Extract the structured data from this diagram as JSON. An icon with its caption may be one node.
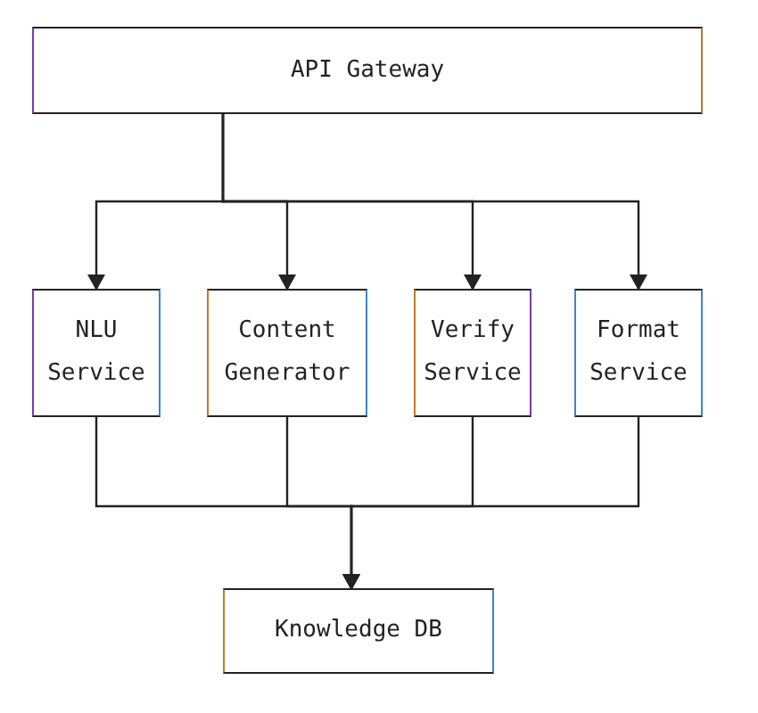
{
  "diagram": {
    "nodes": [
      {
        "text": [
          "API Gateway"
        ]
      },
      {
        "text": [
          "NLU Service"
        ]
      },
      {
        "text": [
          "Content Generator"
        ]
      },
      {
        "text": [
          "Verify Service"
        ]
      },
      {
        "text": [
          "Format Service"
        ]
      },
      {
        "text": [
          "Knowledge DB"
        ]
      }
    ],
    "edges": [
      {
        "from": 0,
        "to": 1,
        "arrow": "to"
      },
      {
        "from": 0,
        "to": 2,
        "arrow": "to"
      },
      {
        "from": 0,
        "to": 3,
        "arrow": "to"
      },
      {
        "from": 0,
        "to": 4,
        "arrow": "to"
      },
      {
        "from": 1,
        "to": 5,
        "arrow": "to"
      },
      {
        "from": 2,
        "to": 5,
        "arrow": "to"
      },
      {
        "from": 3,
        "to": 5,
        "arrow": "to"
      },
      {
        "from": 4,
        "to": 5,
        "arrow": "to"
      }
    ]
  }
}
